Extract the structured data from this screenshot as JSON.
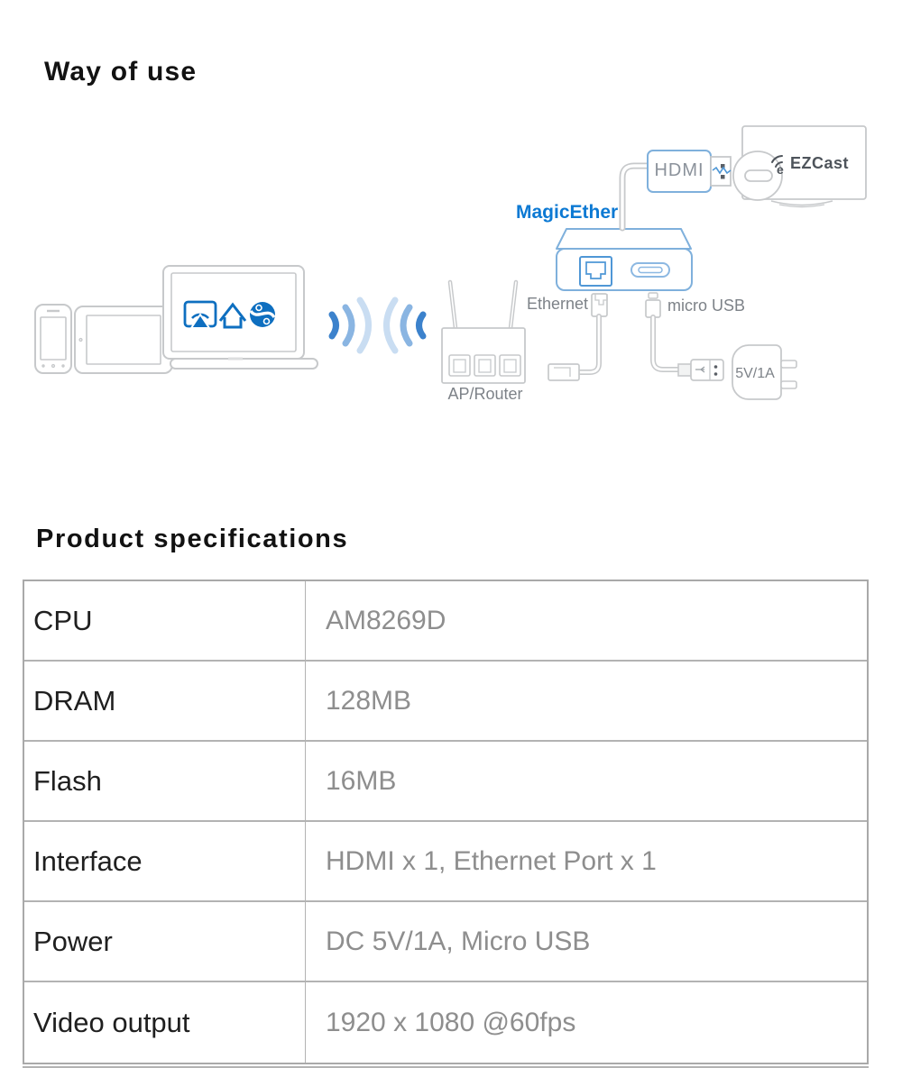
{
  "sections": {
    "way_of_use_title": "Way of use",
    "specs_title": "Product specifications"
  },
  "diagram": {
    "labels": {
      "magicether": "MagicEther",
      "hdmi": "HDMI",
      "ethernet": "Ethernet",
      "micro_usb": "micro USB",
      "ap_router": "AP/Router",
      "power": "5V/1A",
      "ezcast": "EZCast",
      "ezcast_e": "e"
    },
    "colors": {
      "brand_blue": "#0c79d3",
      "device_outline_blue": "#7fb0dc",
      "port_blue": "#4f97d6",
      "outline_gray": "#c7c9cb",
      "label_gray": "#7d8288",
      "icon_blue": "#0e6fc0",
      "wave_dark": "#3c82cc",
      "wave_mid": "#8ab5e2",
      "wave_light": "#c9ddf2"
    }
  },
  "spec_table": {
    "rows": [
      {
        "label": "CPU",
        "value": "AM8269D"
      },
      {
        "label": "DRAM",
        "value": "128MB"
      },
      {
        "label": "Flash",
        "value": "16MB"
      },
      {
        "label": "Interface",
        "value": "HDMI x 1, Ethernet Port x 1"
      },
      {
        "label": "Power",
        "value": "DC 5V/1A, Micro USB"
      },
      {
        "label": "Video output",
        "value": "1920 x 1080 @60fps"
      }
    ]
  }
}
